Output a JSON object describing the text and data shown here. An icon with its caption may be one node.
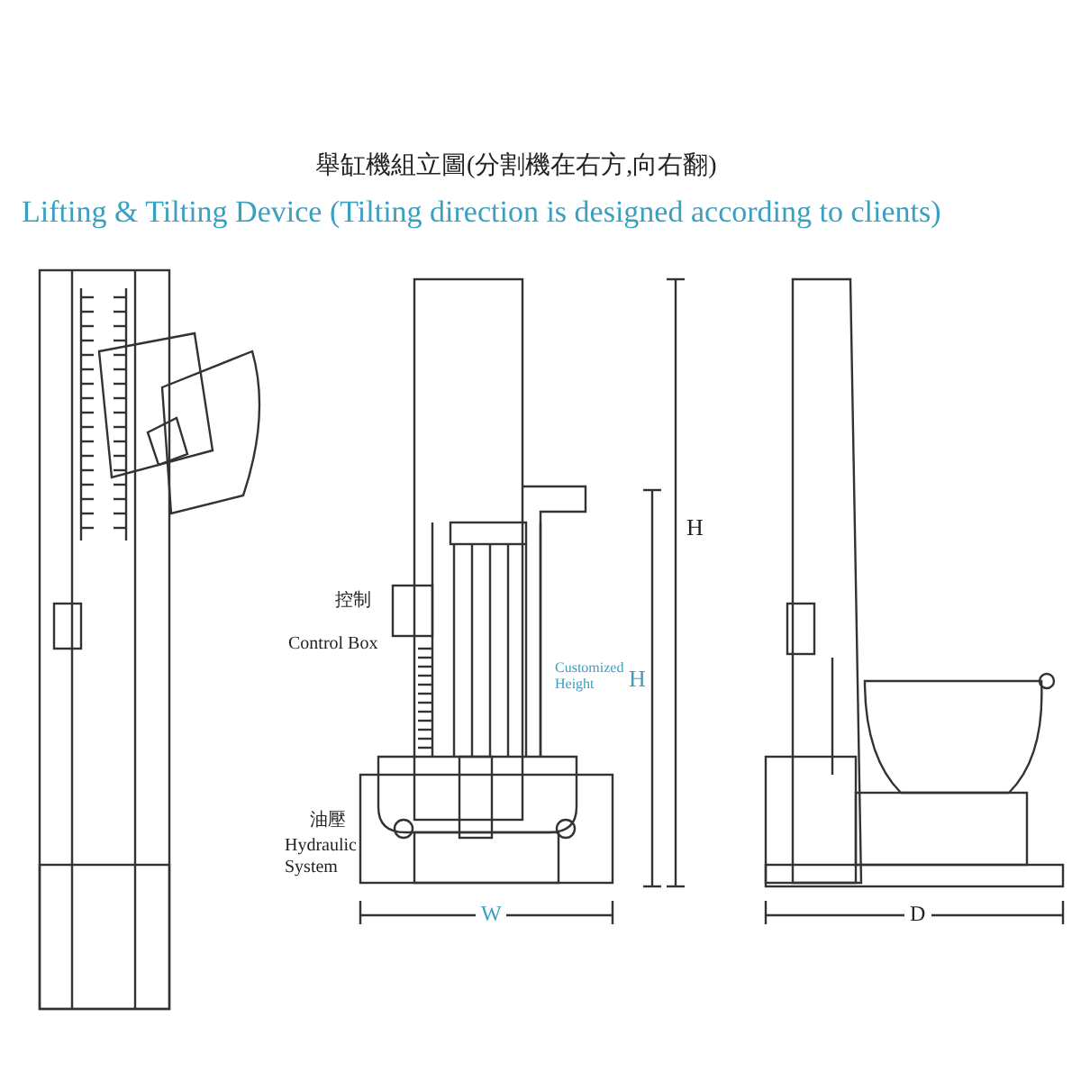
{
  "diagram": {
    "title": "舉缸機組立圖(分割機在右方,向右翻)",
    "labels": [
      "Lifting & Tilting Device (Tilting direction is designed according to clients)",
      "H",
      "控制",
      "Control Box",
      "Customized Height",
      "H",
      "油壓",
      "Hydraulic System",
      "W",
      "D"
    ]
  }
}
